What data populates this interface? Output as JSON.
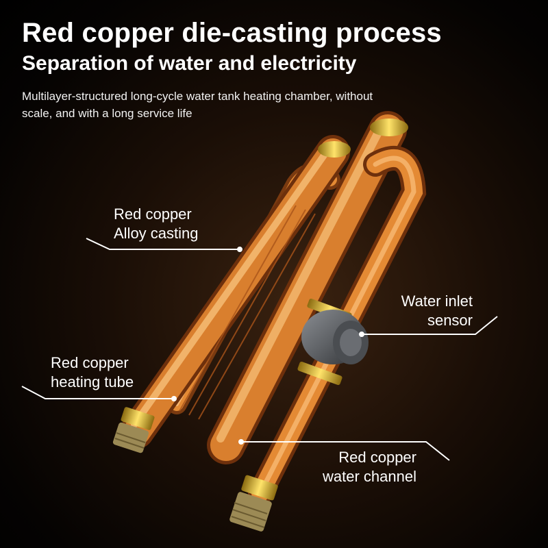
{
  "header": {
    "title": "Red copper die-casting process",
    "subtitle": "Separation of water and electricity",
    "description": "Multilayer-structured long-cycle water tank heating chamber, without scale, and with a long service life"
  },
  "callouts": {
    "alloy_casting": {
      "line1": "Red copper",
      "line2": "Alloy casting"
    },
    "water_inlet_sensor": {
      "line1": "Water inlet",
      "line2": "sensor"
    },
    "heating_tube": {
      "line1": "Red copper",
      "line2": "heating tube"
    },
    "water_channel": {
      "line1": "Red copper",
      "line2": "water channel"
    }
  },
  "colors": {
    "copper_light": "#f6b868",
    "copper_mid": "#d97f2e",
    "copper_dark": "#7a3a10",
    "brass": "#e8c23a",
    "sensor_gray": "#5f6266",
    "leader_line": "#ffffff"
  }
}
